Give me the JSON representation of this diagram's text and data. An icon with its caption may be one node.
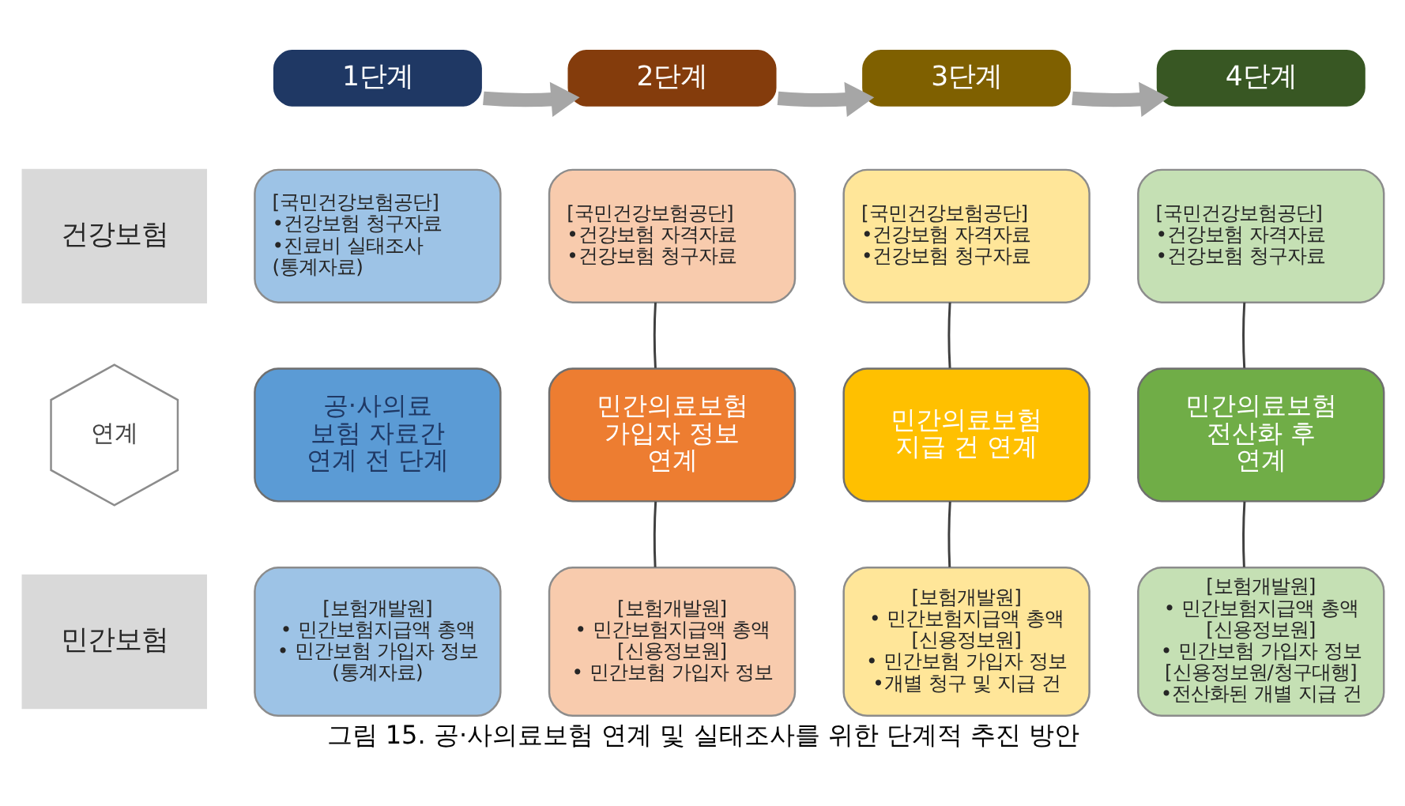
{
  "diagram": {
    "caption": "그림 15. 공·사의료보험 연계 및 실태조사를 위한 단계적 추진 방안",
    "nodes": [
      {
        "text": [
          "1단계"
        ]
      },
      {
        "text": [
          "2단계"
        ]
      },
      {
        "text": [
          "3단계"
        ]
      },
      {
        "text": [
          "4단계"
        ]
      },
      {
        "text": [
          "건강보험"
        ]
      },
      {
        "text": [
          "[국민건강보험공단]",
          "•건강보험 청구자료",
          "•진료비 실태조사 (통계자료)"
        ]
      },
      {
        "text": [
          "[국민건강보험공단]",
          "•건강보험 자격자료",
          "•건강보험 청구자료"
        ]
      },
      {
        "text": [
          "[국민건강보험공단]",
          "•건강보험 자격자료",
          "•건강보험 청구자료"
        ]
      },
      {
        "text": [
          "[국민건강보험공단]",
          "•건강보험 자격자료",
          "•건강보험 청구자료"
        ]
      },
      {
        "text": [
          "연계"
        ]
      },
      {
        "text": [
          "공·사의료 보험 자료간 연계 전 단계"
        ]
      },
      {
        "text": [
          "민간의료보험 가입자 정보 연계"
        ]
      },
      {
        "text": [
          "민간의료보험 지급 건 연계"
        ]
      },
      {
        "text": [
          "민간의료보험 전산화 후 연계"
        ]
      },
      {
        "text": [
          "민간보험"
        ]
      },
      {
        "text": [
          "[보험개발원]",
          "• 민간보험지급액 총액",
          "• 민간보험 가입자 정보 (통계자료)"
        ]
      },
      {
        "text": [
          "[보험개발원]",
          "• 민간보험지급액 총액",
          "[신용정보원]",
          "• 민간보험 가입자 정보"
        ]
      },
      {
        "text": [
          "[보험개발원]",
          "• 민간보험지급액 총액",
          "[신용정보원]",
          "• 민간보험 가입자 정보",
          "•개별 청구 및 지급 건"
        ]
      },
      {
        "text": [
          "[보험개발원]",
          "• 민간보험지급액 총액",
          "[신용정보원]",
          "• 민간보험 가입자 정보",
          "[신용정보원/청구대행]",
          "•전산화된 개별 지급 건"
        ]
      }
    ],
    "edges": [
      {
        "from": 0,
        "to": 1,
        "arrow": "to",
        "style": "thick",
        "color": "#a6a6a6"
      },
      {
        "from": 1,
        "to": 2,
        "arrow": "to",
        "style": "thick",
        "color": "#a6a6a6"
      },
      {
        "from": 2,
        "to": 3,
        "arrow": "to",
        "style": "thick",
        "color": "#a6a6a6"
      },
      {
        "from": 6,
        "to": 11,
        "arrow": "none"
      },
      {
        "from": 11,
        "to": 16,
        "arrow": "none"
      },
      {
        "from": 7,
        "to": 12,
        "arrow": "none"
      },
      {
        "from": 12,
        "to": 17,
        "arrow": "none"
      },
      {
        "from": 8,
        "to": 13,
        "arrow": "none"
      },
      {
        "from": 13,
        "to": 18,
        "arrow": "none"
      }
    ]
  }
}
